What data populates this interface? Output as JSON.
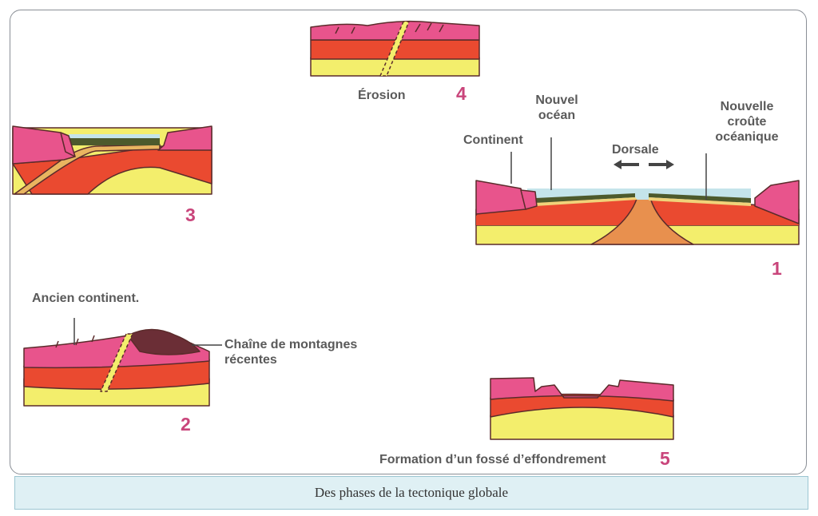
{
  "caption": "Des phases de la tectonique globale",
  "phases": [
    {
      "number": "1",
      "labels": {
        "continent": "Continent",
        "new_ocean": "Nouvel océan",
        "ridge": "Dorsale",
        "new_crust": "Nouvelle croûte océanique"
      }
    },
    {
      "number": "2",
      "labels": {
        "old_continent": "Ancien continent.",
        "mountains": "Chaîne de montagnes récentes"
      }
    },
    {
      "number": "3"
    },
    {
      "number": "4",
      "labels": {
        "title": "Érosion"
      }
    },
    {
      "number": "5",
      "labels": {
        "title": "Formation d’un fossé d’effondrement"
      }
    }
  ],
  "colors": {
    "pink": "#e8548c",
    "red": "#ea4a30",
    "yellow": "#f3ee6c",
    "orange": "#e8904e",
    "water": "#c4e4ea",
    "sediment": "#4d5a2c",
    "line": "#5b2b2b"
  }
}
